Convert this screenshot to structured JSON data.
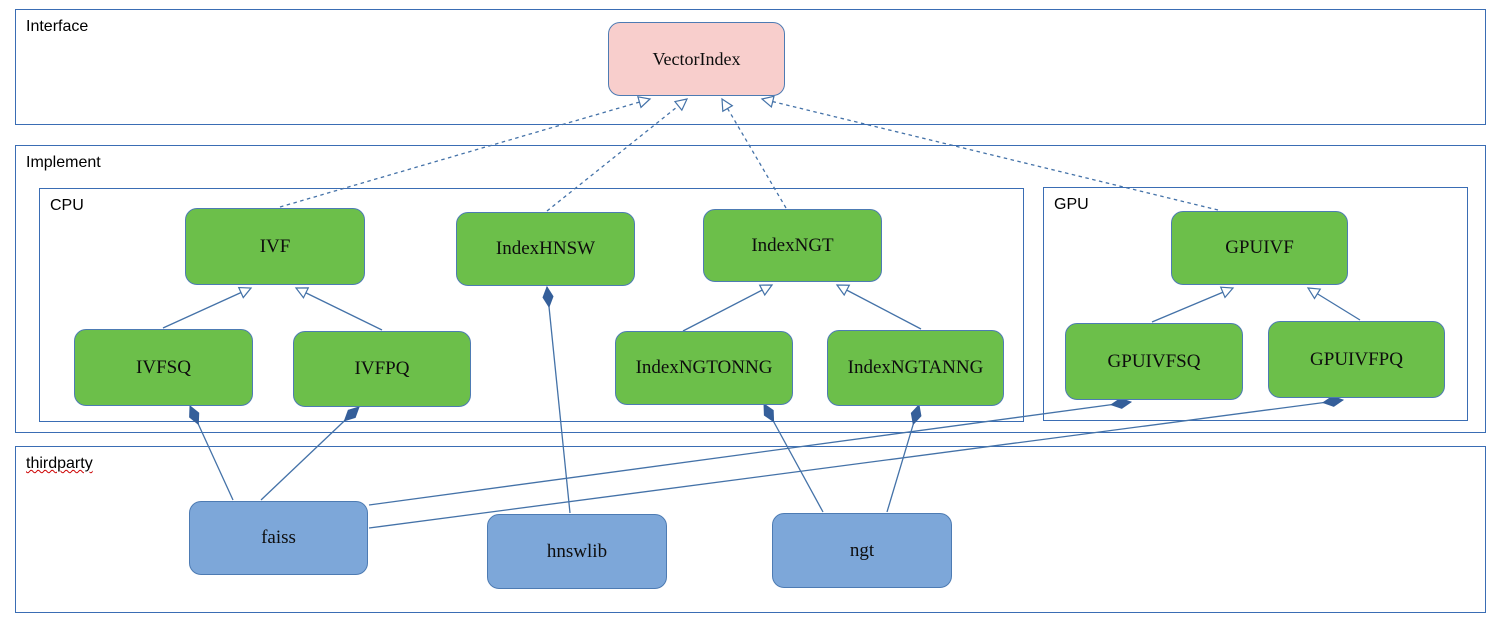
{
  "colors": {
    "container-border": "#3a6db4",
    "edge": "#4472a8",
    "node-green": "#6cbf4a",
    "node-pink": "#f8cecc",
    "node-blue": "#7da7d9",
    "node-border": "#4d7bb3",
    "diamond-fill": "#355f9a",
    "spellcheck-underline": "#cc0000"
  },
  "containers": {
    "interface": {
      "label": "Interface"
    },
    "implement": {
      "label": "Implement"
    },
    "cpu": {
      "label": "CPU"
    },
    "gpu": {
      "label": "GPU"
    },
    "thirdparty": {
      "label": "thirdparty"
    }
  },
  "nodes": {
    "vectorindex": {
      "label": "VectorIndex",
      "kind": "interface"
    },
    "ivf": {
      "label": "IVF",
      "kind": "cpu-class"
    },
    "indexhnsw": {
      "label": "IndexHNSW",
      "kind": "cpu-class"
    },
    "indexngt": {
      "label": "IndexNGT",
      "kind": "cpu-class"
    },
    "ivfsq": {
      "label": "IVFSQ",
      "kind": "cpu-class"
    },
    "ivfpq": {
      "label": "IVFPQ",
      "kind": "cpu-class"
    },
    "indexngtonng": {
      "label": "IndexNGTONNG",
      "kind": "cpu-class"
    },
    "indexngtanng": {
      "label": "IndexNGTANNG",
      "kind": "cpu-class"
    },
    "gpuivf": {
      "label": "GPUIVF",
      "kind": "gpu-class"
    },
    "gpuivfsq": {
      "label": "GPUIVFSQ",
      "kind": "gpu-class"
    },
    "gpuivfpq": {
      "label": "GPUIVFPQ",
      "kind": "gpu-class"
    },
    "faiss": {
      "label": "faiss",
      "kind": "thirdparty-lib"
    },
    "hnswlib": {
      "label": "hnswlib",
      "kind": "thirdparty-lib"
    },
    "ngt": {
      "label": "ngt",
      "kind": "thirdparty-lib"
    }
  },
  "edges": [
    {
      "from": "IVF",
      "to": "VectorIndex",
      "type": "realization"
    },
    {
      "from": "IndexHNSW",
      "to": "VectorIndex",
      "type": "realization"
    },
    {
      "from": "IndexNGT",
      "to": "VectorIndex",
      "type": "realization"
    },
    {
      "from": "GPUIVF",
      "to": "VectorIndex",
      "type": "realization"
    },
    {
      "from": "IVFSQ",
      "to": "IVF",
      "type": "generalization"
    },
    {
      "from": "IVFPQ",
      "to": "IVF",
      "type": "generalization"
    },
    {
      "from": "IndexNGTONNG",
      "to": "IndexNGT",
      "type": "generalization"
    },
    {
      "from": "IndexNGTANNG",
      "to": "IndexNGT",
      "type": "generalization"
    },
    {
      "from": "GPUIVFSQ",
      "to": "GPUIVF",
      "type": "generalization"
    },
    {
      "from": "GPUIVFPQ",
      "to": "GPUIVF",
      "type": "generalization"
    },
    {
      "from": "IVFSQ",
      "to": "faiss",
      "type": "composition"
    },
    {
      "from": "IVFPQ",
      "to": "faiss",
      "type": "composition"
    },
    {
      "from": "GPUIVFSQ",
      "to": "faiss",
      "type": "composition"
    },
    {
      "from": "GPUIVFPQ",
      "to": "faiss",
      "type": "composition"
    },
    {
      "from": "IndexHNSW",
      "to": "hnswlib",
      "type": "composition"
    },
    {
      "from": "IndexNGTONNG",
      "to": "ngt",
      "type": "composition"
    },
    {
      "from": "IndexNGTANNG",
      "to": "ngt",
      "type": "composition"
    }
  ]
}
